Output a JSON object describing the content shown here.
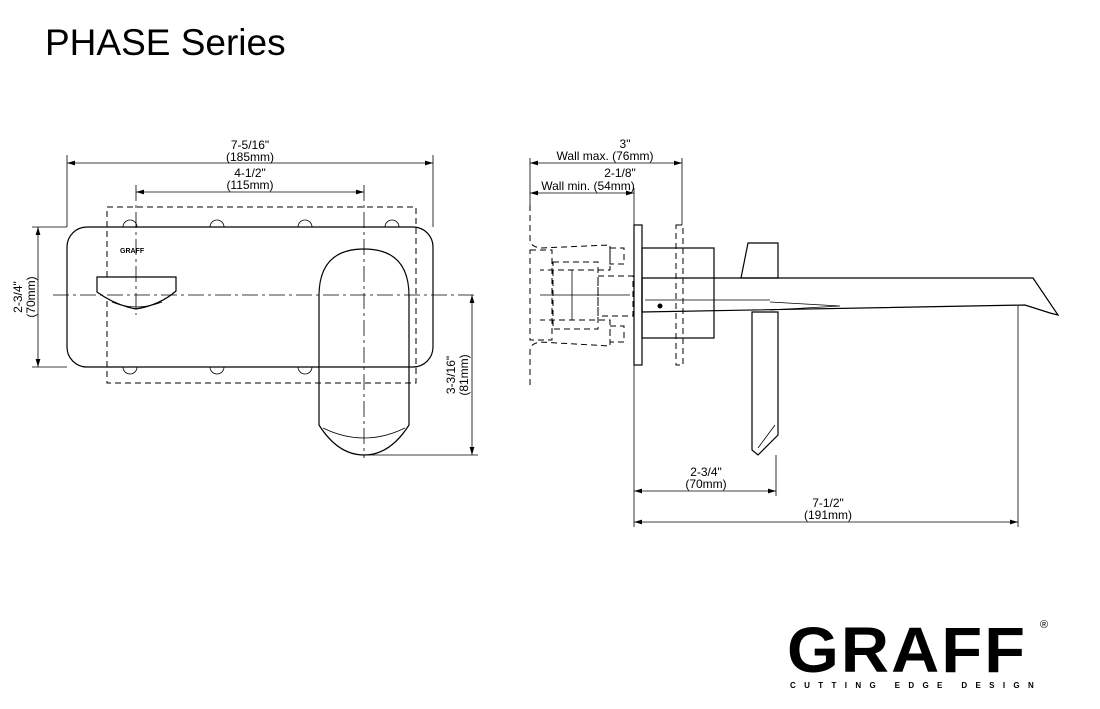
{
  "title": "PHASE Series",
  "front_view": {
    "overall_width": {
      "imperial": "7-5/16\"",
      "metric": "(185mm)"
    },
    "center_spacing": {
      "imperial": "4-1/2\"",
      "metric": "(115mm)"
    },
    "plate_height": {
      "imperial": "2-3/4\"",
      "metric": "(70mm)"
    },
    "handle_drop": {
      "imperial": "3-3/16\"",
      "metric": "(81mm)"
    },
    "plate_logo": "GRAFF"
  },
  "side_view": {
    "wall_max": {
      "imperial": "3\"",
      "metric": "Wall max. (76mm)"
    },
    "wall_min": {
      "imperial": "2-1/8\"",
      "metric": "Wall min. (54mm)"
    },
    "handle_projection": {
      "imperial": "2-3/4\"",
      "metric": "(70mm)"
    },
    "spout_reach": {
      "imperial": "7-1/2\"",
      "metric": "(191mm)"
    }
  },
  "brand": {
    "name": "GRAFF",
    "registered": "®",
    "tagline": "CUTTING EDGE DESIGN"
  }
}
